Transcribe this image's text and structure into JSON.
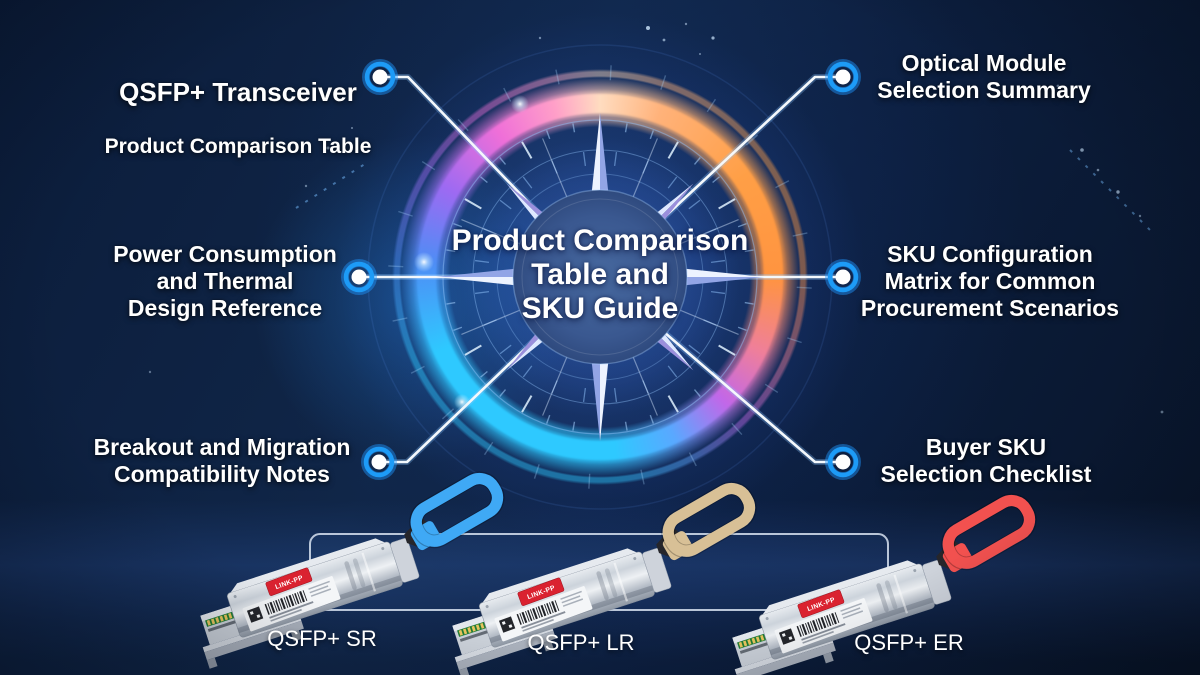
{
  "center": {
    "title": "Product Comparison\nTable and\nSKU Guide"
  },
  "callouts": {
    "top_left": {
      "line1": "QSFP+ Transceiver",
      "line2": "Product Comparison Table"
    },
    "top_right": {
      "text": "Optical Module\nSelection Summary"
    },
    "mid_left": {
      "text": "Power Consumption\nand Thermal\nDesign Reference"
    },
    "mid_right": {
      "text": "SKU Configuration\nMatrix for Common\nProcurement Scenarios"
    },
    "bottom_left": {
      "text": "Breakout and Migration\nCompatibility Notes"
    },
    "bottom_right": {
      "text": "Buyer SKU\nSelection Checklist"
    }
  },
  "products": [
    {
      "name": "QSFP+ SR",
      "brand": "LINK-PP",
      "tab_color": "#3fa9f5"
    },
    {
      "name": "QSFP+ LR",
      "brand": "LINK-PP",
      "tab_color": "#d8c096"
    },
    {
      "name": "QSFP+ ER",
      "brand": "LINK-PP",
      "tab_color": "#f2514f"
    }
  ],
  "colors": {
    "ring_cyan": "#2ec9ff",
    "ring_pink": "#ef6fd8",
    "ring_orange": "#ff9a3e",
    "dot_blue": "#1d9bf7",
    "line_white": "#f4f8fc",
    "background_navy": "#0c1e3e",
    "label_red": "#da2230"
  }
}
